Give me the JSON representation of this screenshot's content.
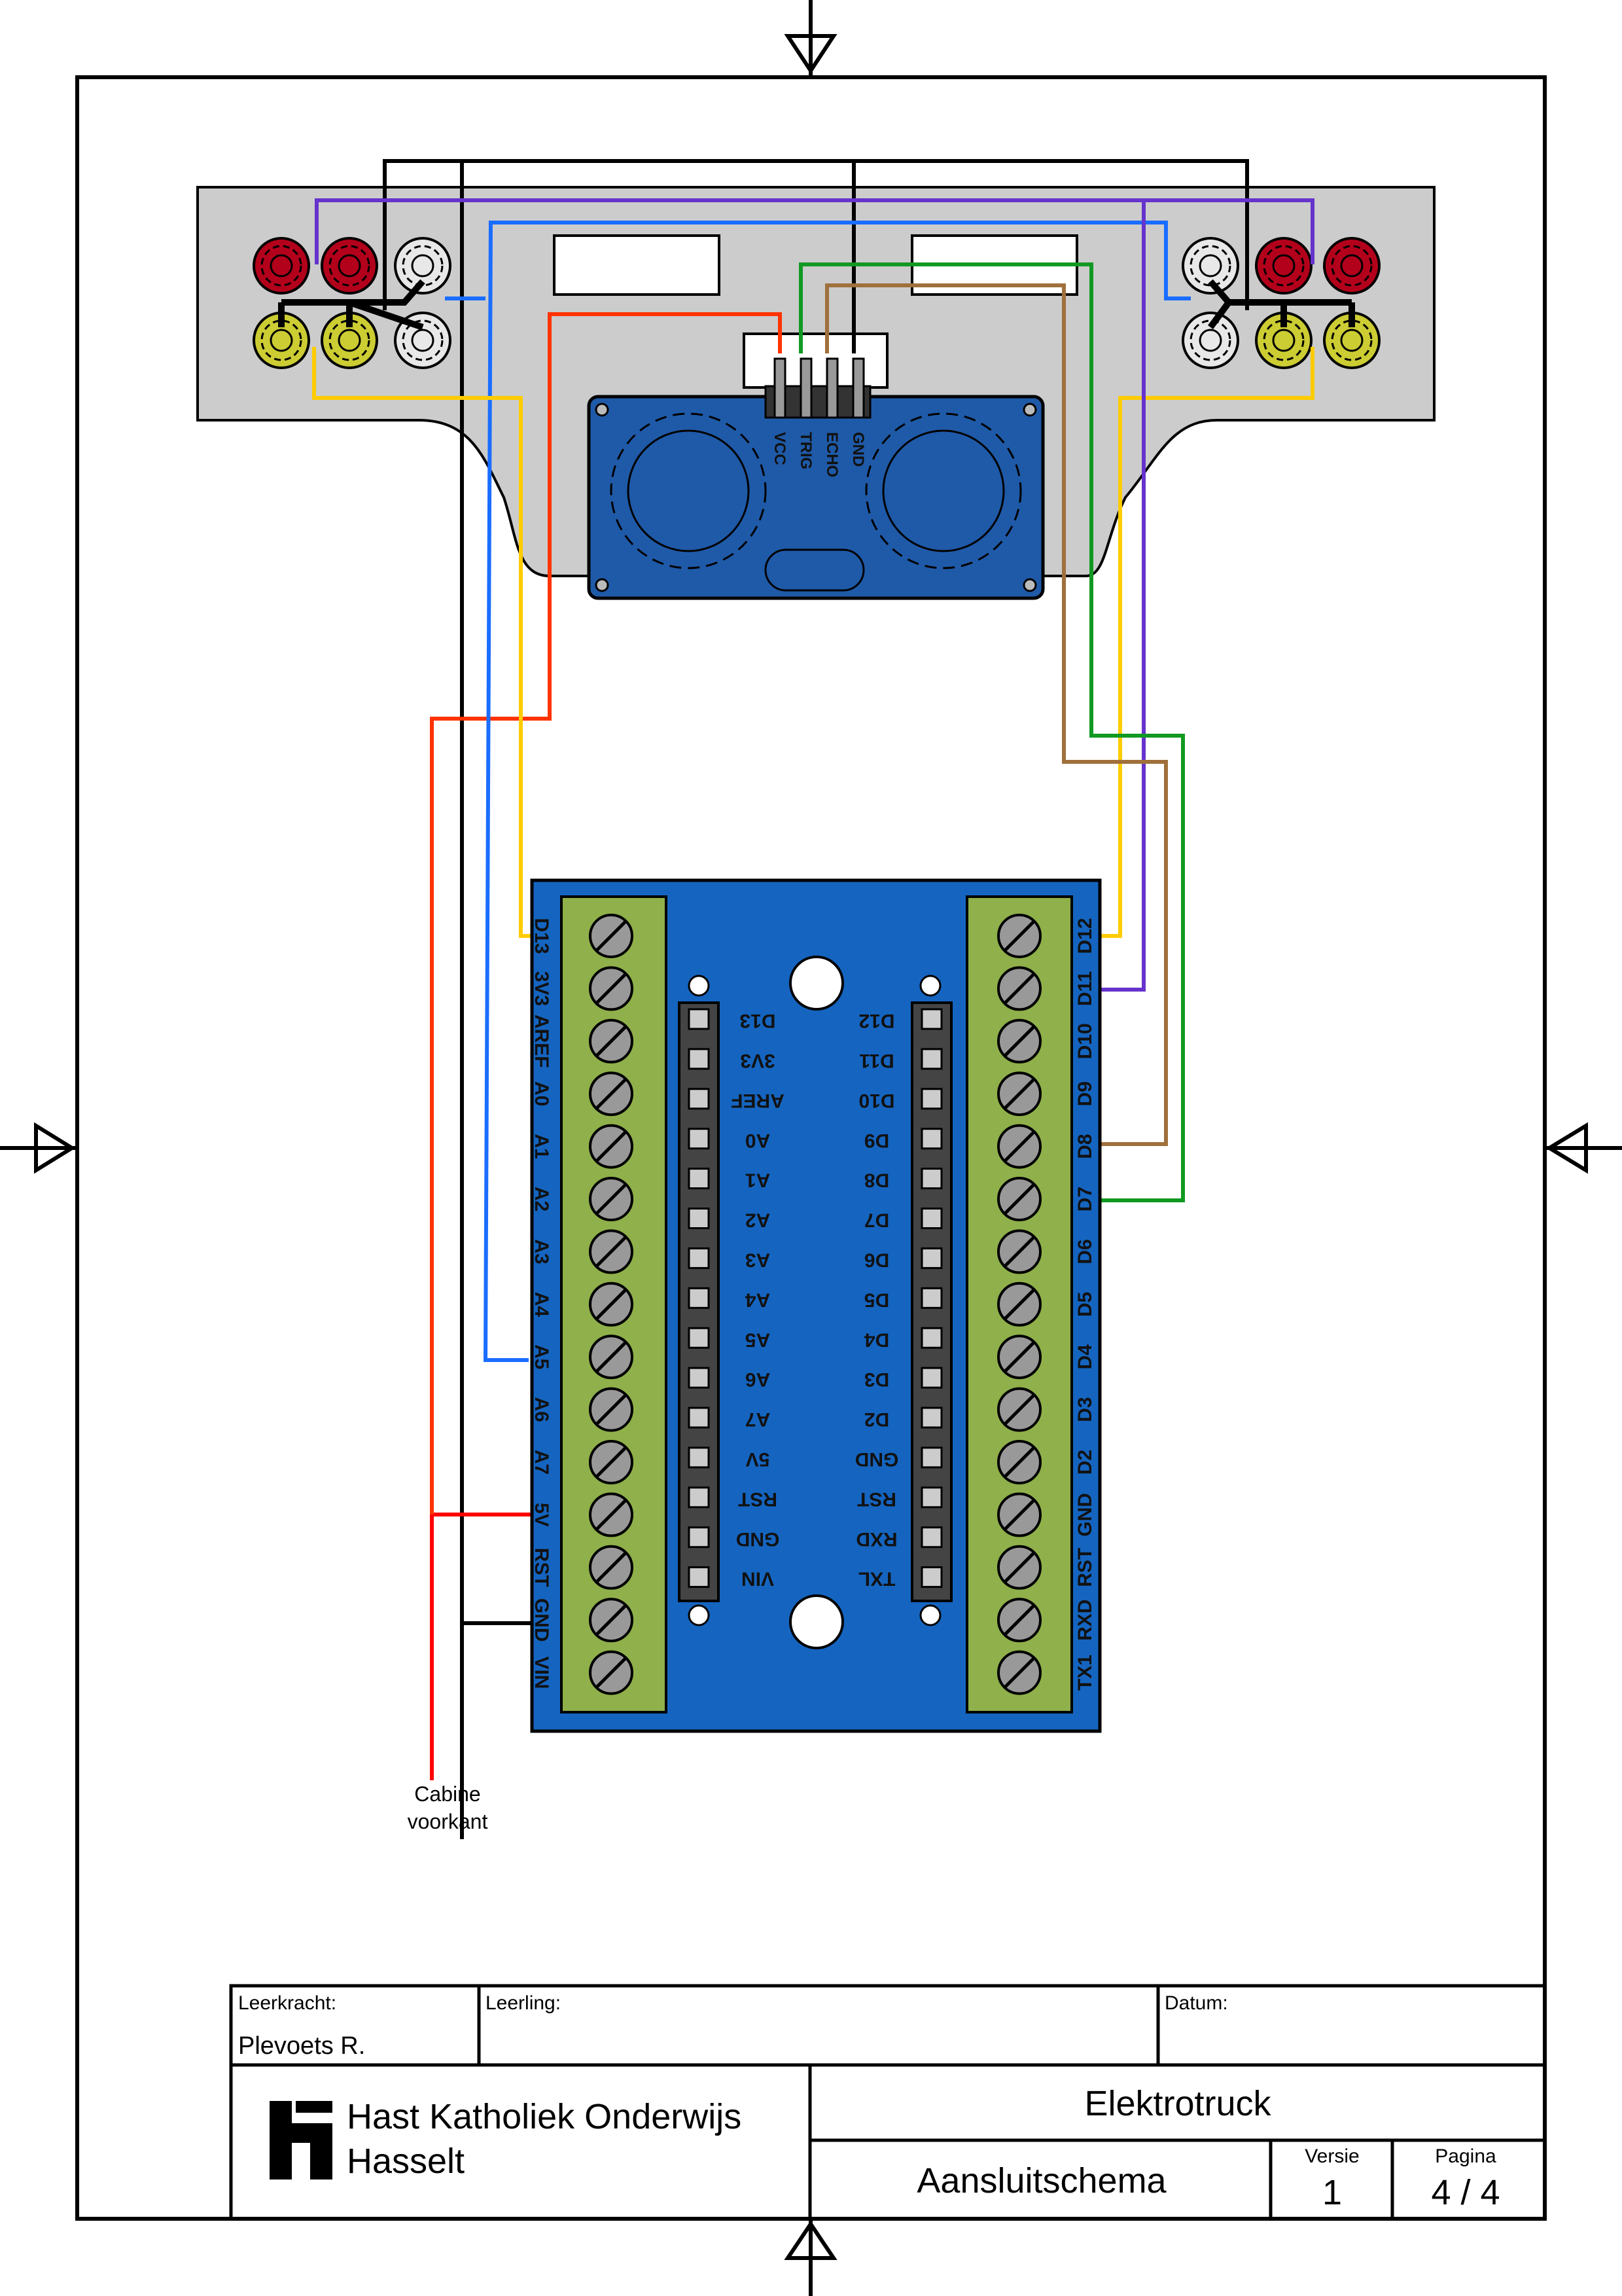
{
  "colors": {
    "frame": "#000000",
    "board_gray": "#cccccc",
    "sensor_blue": "#1f5aa8",
    "nano_blue": "#1565c0",
    "terminal_green": "#8fb04a",
    "wire_red": "#ff3300",
    "wire_red2": "#ff0000",
    "wire_black": "#000000",
    "wire_blue": "#1a6dff",
    "wire_yellow": "#ffcc00",
    "wire_purple": "#6633cc",
    "wire_green": "#119922",
    "wire_brown": "#a0703c",
    "led_red": "#b3001b",
    "led_yellow": "#cccc33",
    "led_white": "#e8e8e8"
  },
  "sensor": {
    "pins": [
      "VCC",
      "TRIG",
      "ECHO",
      "GND"
    ]
  },
  "nano_shield": {
    "left_terminal_labels": [
      "D13",
      "3V3",
      "AREF",
      "A0",
      "A1",
      "A2",
      "A3",
      "A4",
      "A5",
      "A6",
      "A7",
      "5V",
      "RST",
      "GND",
      "VIN"
    ],
    "right_terminal_labels": [
      "D12",
      "D11",
      "D10",
      "D9",
      "D8",
      "D7",
      "D6",
      "D5",
      "D4",
      "D3",
      "D2",
      "GND",
      "RST",
      "RXD",
      "TX1"
    ],
    "inner_left_labels": [
      "D13",
      "3V3",
      "AREF",
      "A0",
      "A1",
      "A2",
      "A3",
      "A4",
      "A5",
      "A6",
      "A7",
      "5V",
      "RST",
      "GND",
      "VIN"
    ],
    "inner_right_labels": [
      "D12",
      "D11",
      "D10",
      "D9",
      "D8",
      "D7",
      "D6",
      "D5",
      "D4",
      "D3",
      "D2",
      "GND",
      "RST",
      "RXD",
      "TXL"
    ]
  },
  "cable_label": {
    "line1": "Cabine",
    "line2": "voorkant"
  },
  "title_block": {
    "teacher_label": "Leerkracht:",
    "teacher_value": "Plevoets R.",
    "student_label": "Leerling:",
    "student_value": "",
    "date_label": "Datum:",
    "date_value": "",
    "school_line1": "Hast Katholiek Onderwijs",
    "school_line2": "Hasselt",
    "project": "Elektrotruck",
    "drawing": "Aansluitschema",
    "version_label": "Versie",
    "version_value": "1",
    "page_label": "Pagina",
    "page_value": "4 / 4"
  }
}
